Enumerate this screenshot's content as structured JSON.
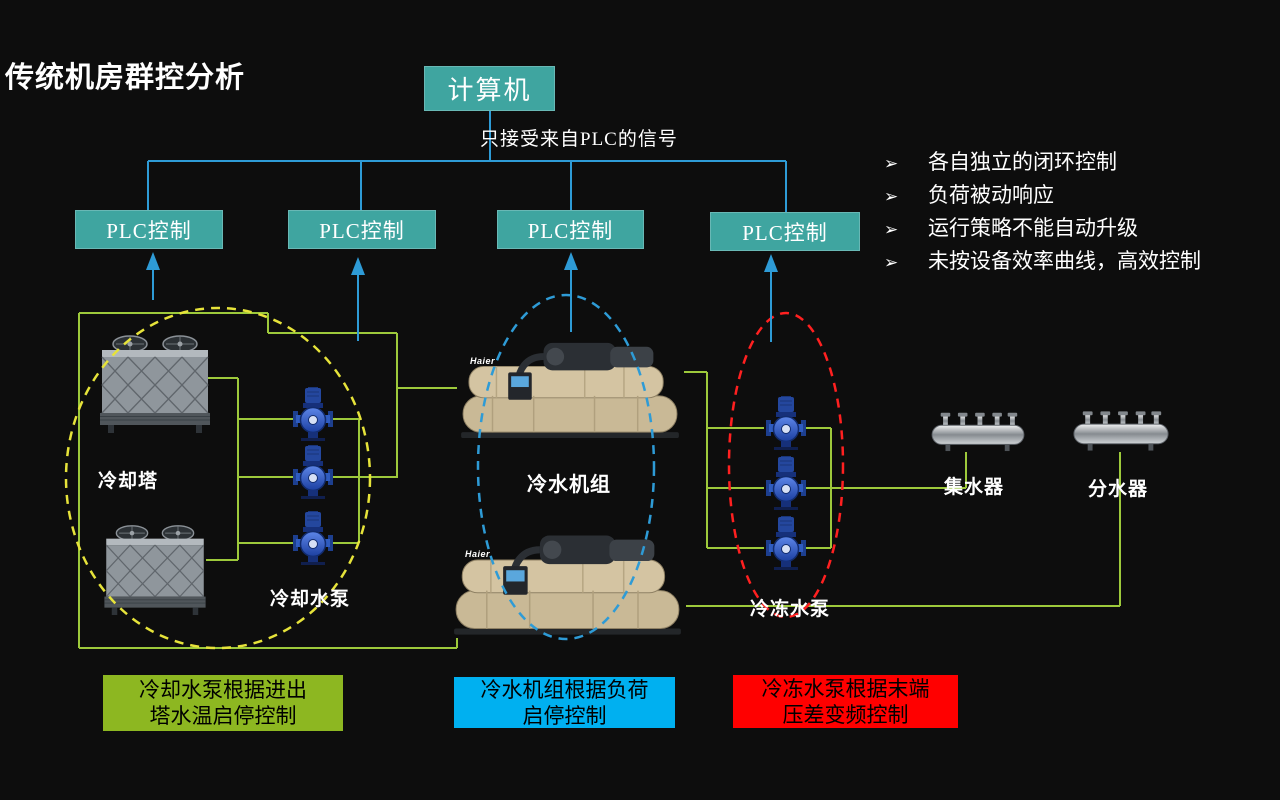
{
  "title": "传统机房群控分析",
  "computer": {
    "label": "计算机"
  },
  "signal_note": "只接受来自PLC的信号",
  "plc_boxes": [
    {
      "label": "PLC控制"
    },
    {
      "label": "PLC控制"
    },
    {
      "label": "PLC控制"
    },
    {
      "label": "PLC控制"
    }
  ],
  "bullets": {
    "marker": "➢",
    "items": [
      "各自独立的闭环控制",
      "负荷被动响应",
      "运行策略不能自动升级",
      "未按设备效率曲线，高效控制"
    ]
  },
  "equipment_labels": {
    "cooling_tower": "冷却塔",
    "cooling_pump": "冷却水泵",
    "chiller": "冷水机组",
    "chilled_pump": "冷冻水泵",
    "collector": "集水器",
    "distributor": "分水器",
    "chiller_brand": "Haier"
  },
  "callouts": [
    {
      "line1": "冷却水泵根据进出",
      "line2": "塔水温启停控制",
      "bg": "#8DB721"
    },
    {
      "line1": "冷水机组根据负荷",
      "line2": "启停控制",
      "bg": "#00B0F0"
    },
    {
      "line1": "冷冻水泵根据末端",
      "line2": "压差变频控制",
      "bg": "#FF0000"
    }
  ],
  "colors": {
    "node_teal": "#3FA5A0",
    "signal_blue": "#2E9BD6",
    "pipe_green": "#9DC93B",
    "ellipse_yellow": "#E6E33A",
    "ellipse_blue": "#2E9BD6",
    "ellipse_red": "#FF2020"
  }
}
